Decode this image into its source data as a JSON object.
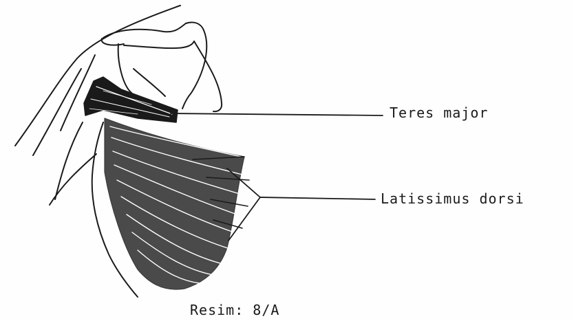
{
  "labels": {
    "teres_major": "Teres major",
    "latissimus_dorsi": "Latissimus dorsi"
  },
  "caption": "Resim: 8/A",
  "colors": {
    "ink": "#1a1a1a",
    "paper": "#fefefe"
  }
}
